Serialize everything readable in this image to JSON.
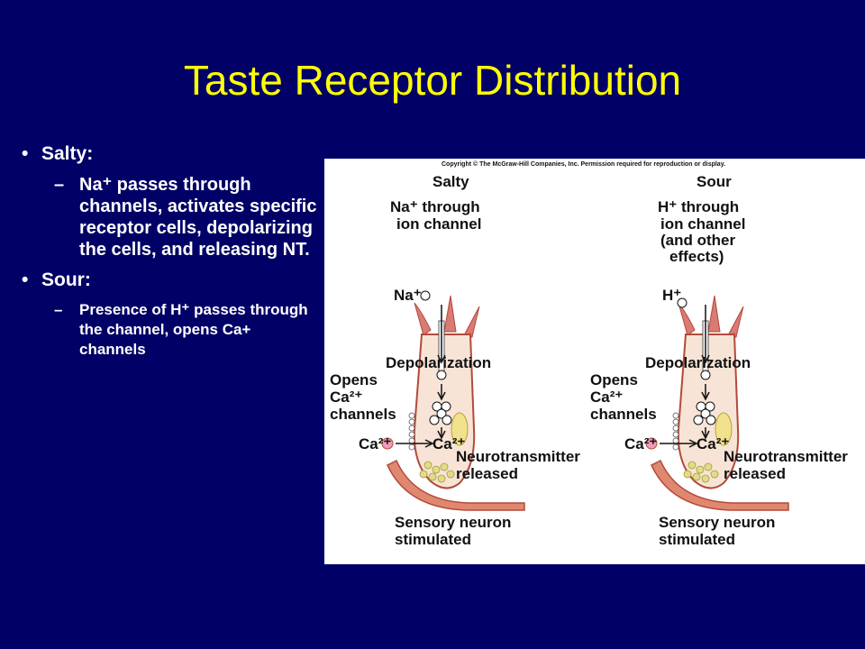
{
  "slide": {
    "title": "Taste Receptor Distribution",
    "bullets": [
      {
        "label": "Salty:",
        "sub": "Na⁺ passes through channels, activates specific receptor cells, depolarizing the cells, and releasing NT."
      },
      {
        "label": "Sour:",
        "sub": "Presence of H⁺ passes through the channel, opens Ca+ channels"
      }
    ]
  },
  "figure": {
    "copyright": "Copyright © The McGraw-Hill Companies, Inc. Permission required for reproduction or display.",
    "panels": [
      {
        "heading": "Salty",
        "desc": [
          "Na⁺ through",
          "ion channel"
        ],
        "ion": "Na⁺",
        "depolarization": "Depolarization",
        "opens": [
          "Opens",
          "Ca²⁺",
          "channels"
        ],
        "ca_in": "Ca²⁺",
        "ca_cell": "Ca²⁺",
        "nt": [
          "Neurotransmitter",
          "released"
        ],
        "sensory": [
          "Sensory neuron",
          "stimulated"
        ]
      },
      {
        "heading": "Sour",
        "desc": [
          "H⁺ through",
          "ion channel",
          "(and other",
          "effects)"
        ],
        "ion": "H⁺",
        "depolarization": "Depolarization",
        "opens": [
          "Opens",
          "Ca²⁺",
          "channels"
        ],
        "ca_in": "Ca²⁺",
        "ca_cell": "Ca²⁺",
        "nt": [
          "Neurotransmitter",
          "released"
        ],
        "sensory": [
          "Sensory neuron",
          "stimulated"
        ]
      }
    ]
  },
  "colors": {
    "background": "#000066",
    "title": "#FFFF00",
    "text": "#FFFFFF",
    "cell_fill": "#F7E4D6",
    "cell_outline": "#B24A3A",
    "microvilli": "#D97A73",
    "vesicles": "#E0DC8A",
    "neuron": "#E08770",
    "ca_dot": "#F29AB8",
    "nucleus": "#F1E08C"
  }
}
